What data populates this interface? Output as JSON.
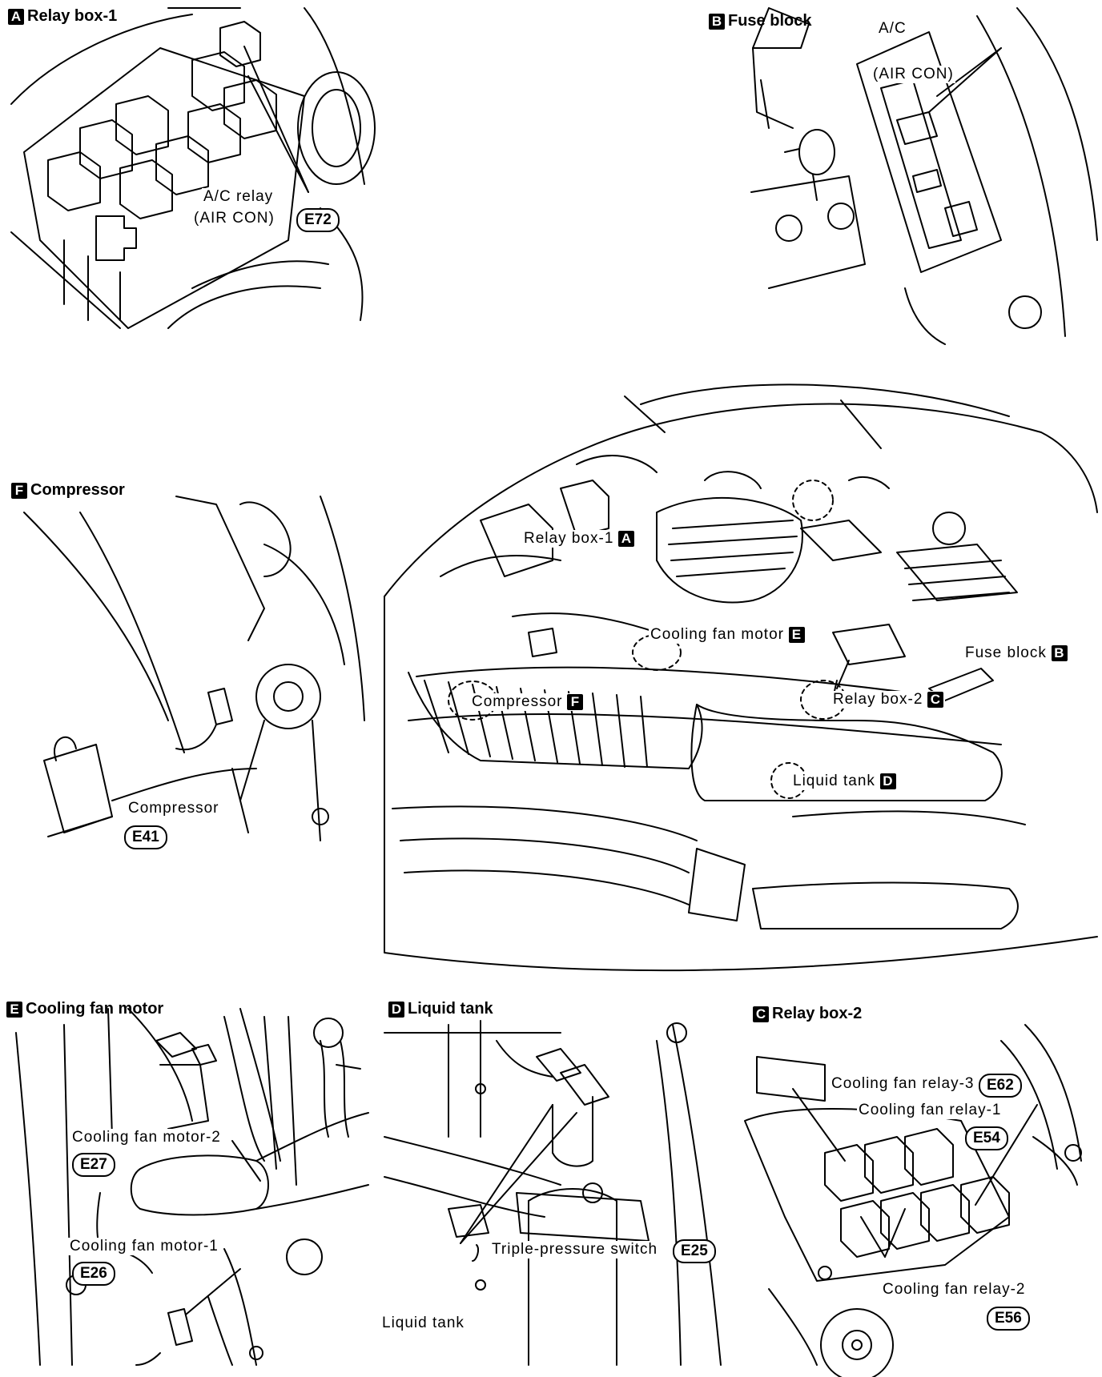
{
  "panels": {
    "a": {
      "key": "A",
      "title": "Relay box-1",
      "label_1": "A/C relay",
      "label_2": "(AIR CON)",
      "connector": "E72"
    },
    "b": {
      "key": "B",
      "title": "Fuse block",
      "label_1": "A/C",
      "label_2": "(AIR CON)"
    },
    "f": {
      "key": "F",
      "title": "Compressor",
      "label": "Compressor",
      "connector": "E41"
    },
    "e": {
      "key": "E",
      "title": "Cooling fan motor",
      "label_motor2": "Cooling fan motor-2",
      "connector_motor2": "E27",
      "label_motor1": "Cooling fan motor-1",
      "connector_motor1": "E26"
    },
    "d": {
      "key": "D",
      "title": "Liquid tank",
      "label_switch": "Triple-pressure switch",
      "connector_switch": "E25",
      "label_tank": "Liquid tank"
    },
    "c": {
      "key": "C",
      "title": "Relay box-2",
      "label_relay3": "Cooling fan relay-3",
      "connector_relay3": "E62",
      "label_relay1": "Cooling fan relay-1",
      "connector_relay1": "E54",
      "label_relay2": "Cooling fan relay-2",
      "connector_relay2": "E56"
    }
  },
  "overview": {
    "relay_box_1": "Relay box-1",
    "relay_box_1_key": "A",
    "cooling_fan_motor": "Cooling fan motor",
    "cooling_fan_motor_key": "E",
    "fuse_block": "Fuse block",
    "fuse_block_key": "B",
    "compressor": "Compressor",
    "compressor_key": "F",
    "relay_box_2": "Relay box-2",
    "relay_box_2_key": "C",
    "liquid_tank": "Liquid tank",
    "liquid_tank_key": "D"
  }
}
